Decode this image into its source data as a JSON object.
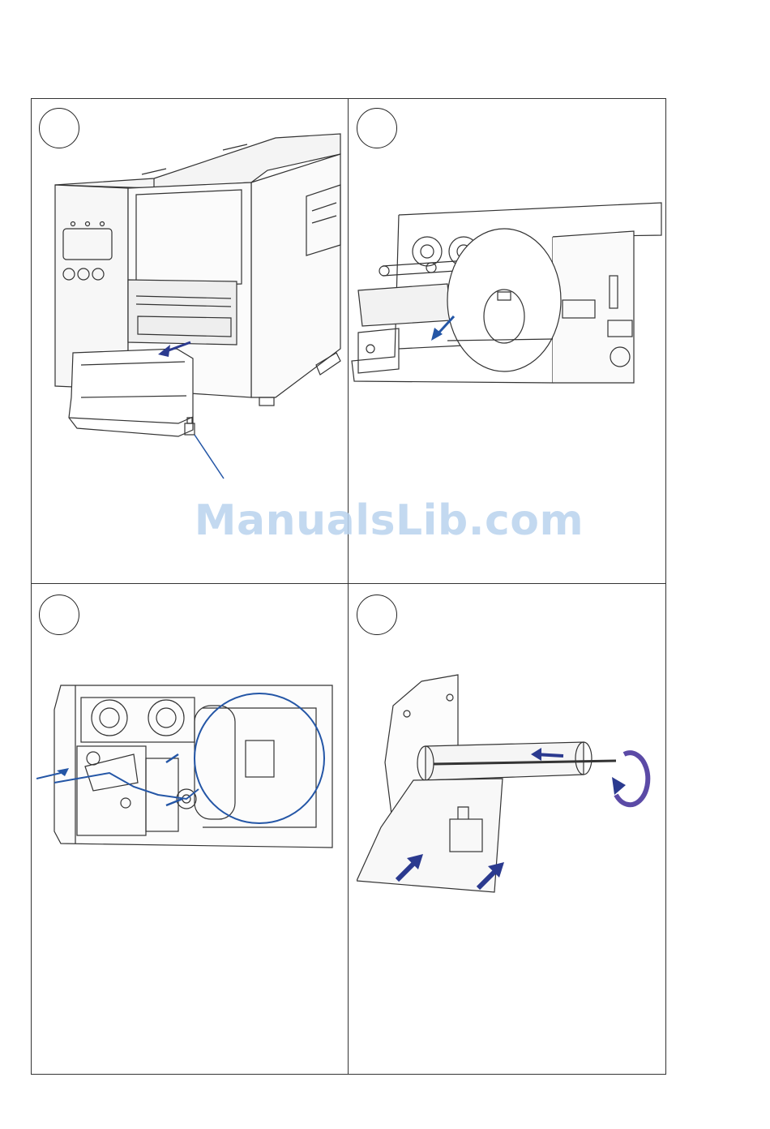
{
  "page": {
    "watermark": "ManualsLib.com"
  },
  "panels": [
    {
      "id": "p1",
      "step_label": "",
      "icon": "printer-front-cover-open"
    },
    {
      "id": "p2",
      "step_label": "",
      "icon": "printer-side-media-roll"
    },
    {
      "id": "p3",
      "step_label": "",
      "icon": "printer-media-path"
    },
    {
      "id": "p4",
      "step_label": "",
      "icon": "rewind-spindle-label-liner"
    }
  ],
  "colors": {
    "accent_arrow": "#2b3a8f",
    "line_blue": "#2456a6",
    "watermark": "#b9d3ee",
    "outline": "#333333"
  }
}
